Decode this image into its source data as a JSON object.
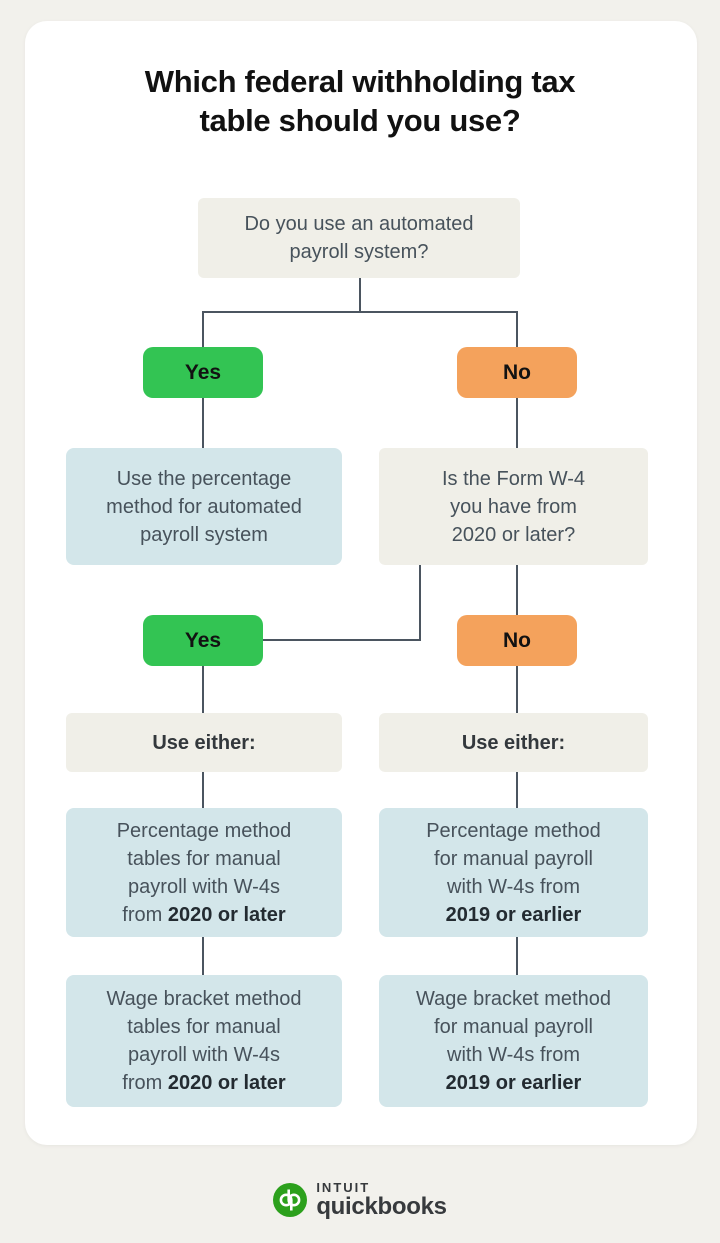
{
  "title": {
    "lines": [
      "Which federal withholding tax",
      "table should you use?"
    ]
  },
  "nodes": {
    "q_automated": {
      "lines": [
        "Do you use an automated",
        "payroll system?"
      ]
    },
    "yes1": {
      "label": "Yes"
    },
    "no1": {
      "label": "No"
    },
    "auto_result": {
      "lines": [
        "Use the percentage",
        "method for automated",
        "payroll system"
      ]
    },
    "q_w4": {
      "lines": [
        "Is the Form W-4",
        "you have from",
        "2020 or later?"
      ]
    },
    "yes2": {
      "label": "Yes"
    },
    "no2": {
      "label": "No"
    },
    "either_left": {
      "label": "Use either:"
    },
    "either_right": {
      "label": "Use either:"
    },
    "pm_left": {
      "lines": [
        "Percentage method",
        "tables for manual",
        "payroll with W-4s",
        {
          "pre": "from ",
          "bold": "2020 or later"
        }
      ]
    },
    "pm_right": {
      "lines": [
        "Percentage method",
        "for manual payroll",
        "with W-4s from",
        {
          "bold": "2019 or earlier"
        }
      ]
    },
    "wb_left": {
      "lines": [
        "Wage bracket method",
        "tables for manual",
        "payroll with W-4s",
        {
          "pre": "from ",
          "bold": "2020 or later"
        }
      ]
    },
    "wb_right": {
      "lines": [
        "Wage bracket method",
        "for manual payroll",
        "with W-4s from",
        {
          "bold": "2019 or earlier"
        }
      ]
    }
  },
  "footer": {
    "brand_icon": "quickbooks-qb-icon",
    "brand_top": "INTUIT",
    "brand_bottom": "quickbooks"
  },
  "colors": {
    "page_background": "#f2f1ec",
    "card_background": "#ffffff",
    "yes_green": "#33c453",
    "no_orange": "#f4a25c",
    "info_blue": "#d3e6ea",
    "question_gray": "#f0efe8",
    "connector": "#4b5560",
    "quickbooks_green": "#2ca01c",
    "text_dark": "#111111",
    "text_slate": "#47525b"
  }
}
